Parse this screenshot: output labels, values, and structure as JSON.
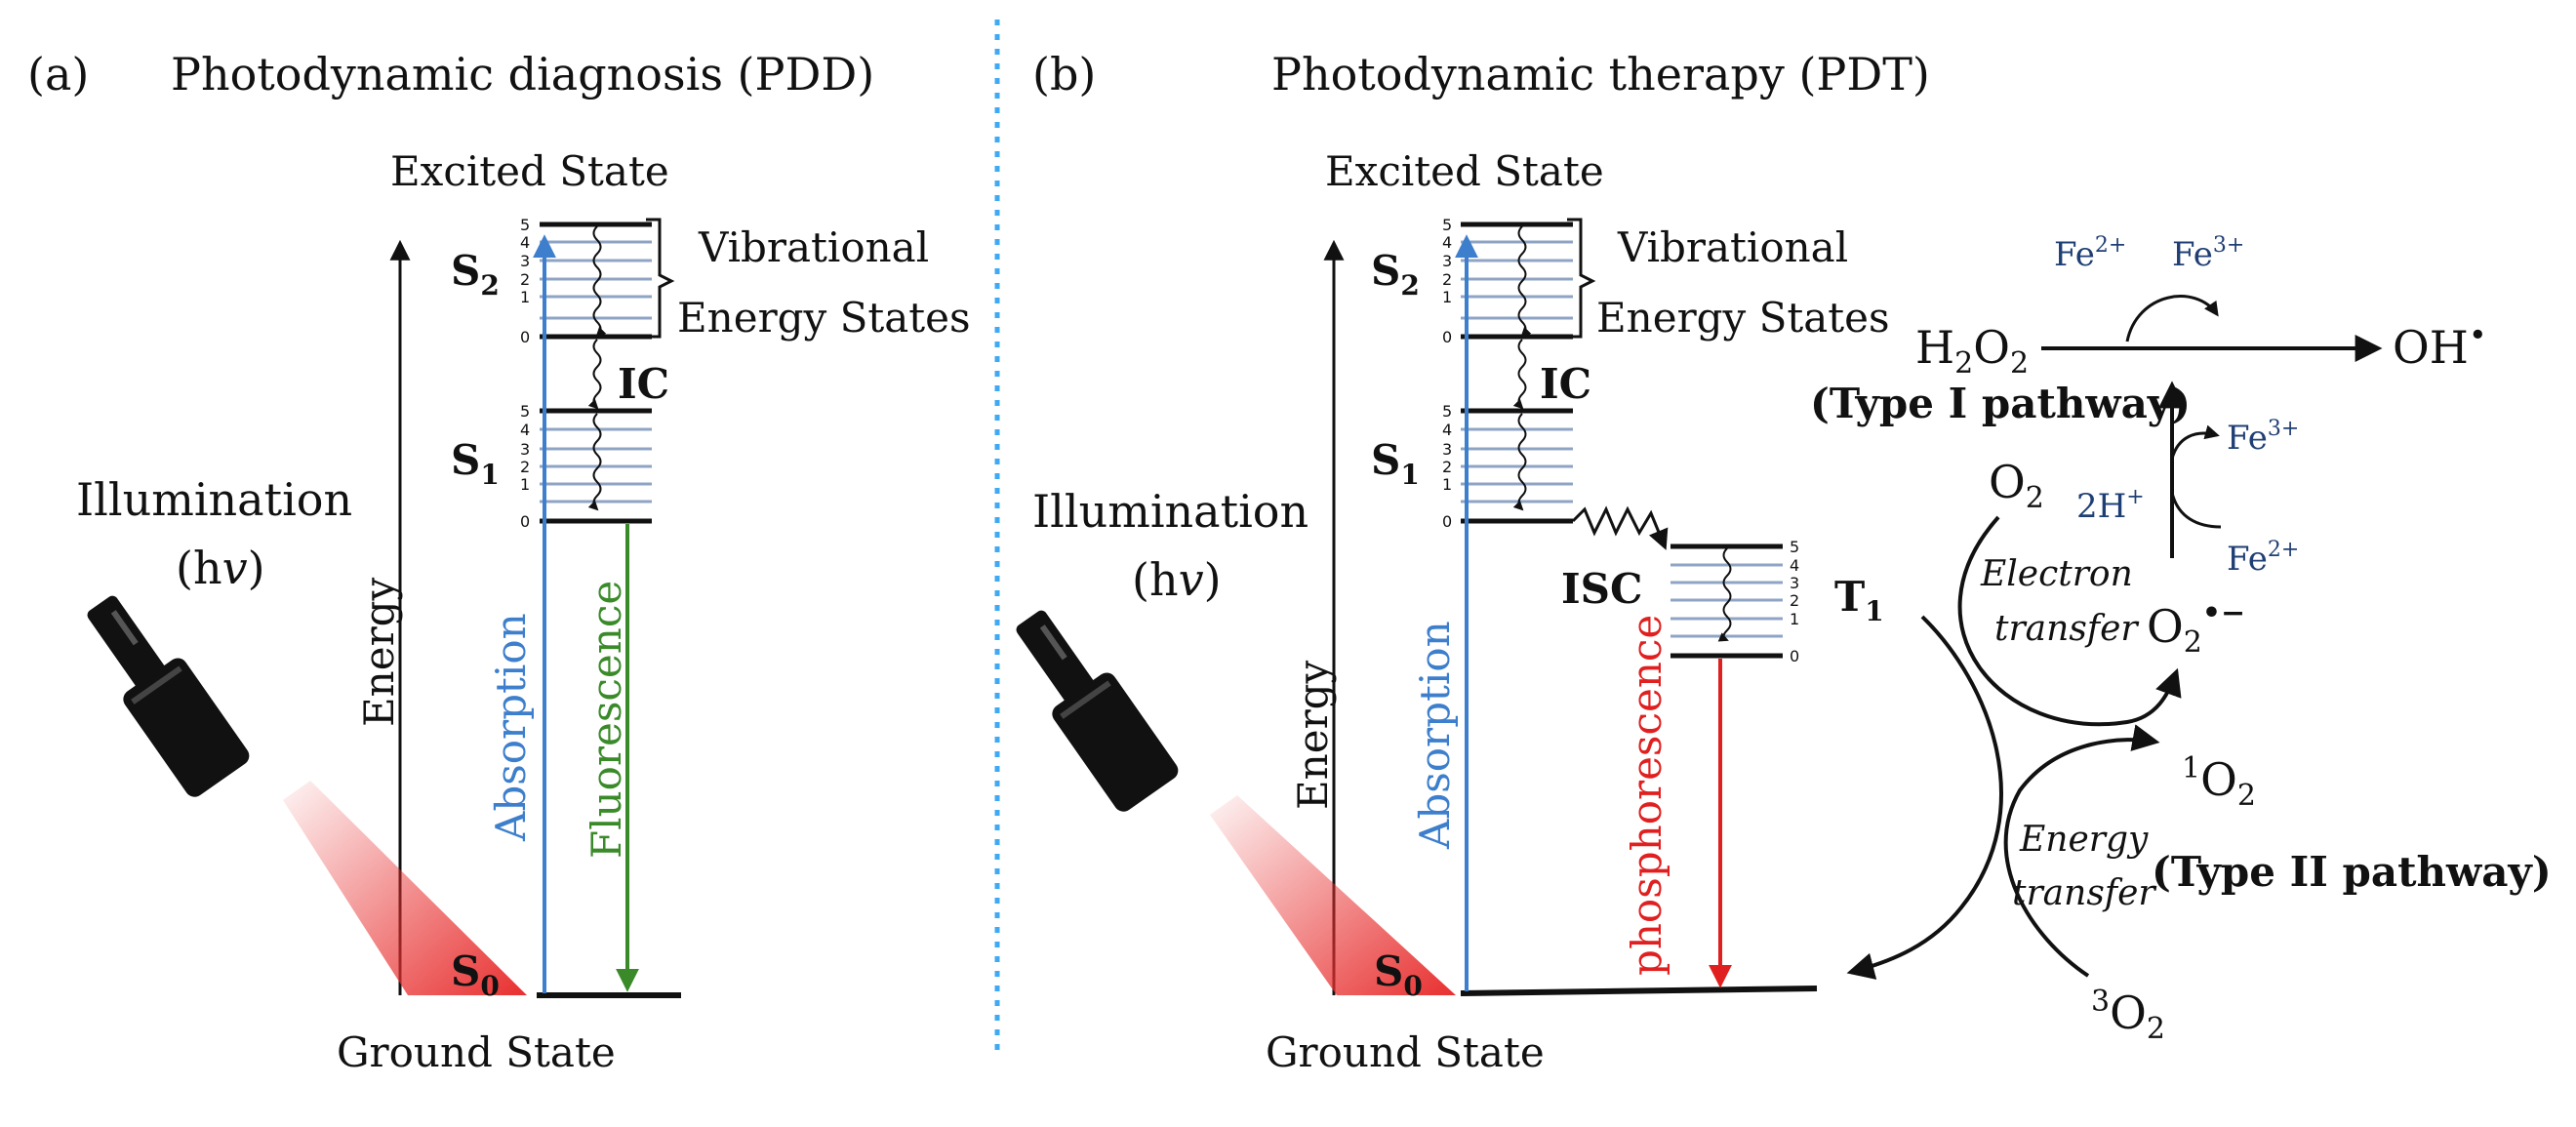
{
  "panel_a": {
    "letter": "(a)",
    "title": "Photodynamic diagnosis (PDD)",
    "excited_state": "Excited State",
    "ground_state": "Ground State",
    "vibrational_1": "Vibrational",
    "vibrational_2": "Energy States",
    "s2": "S",
    "s2_sub": "2",
    "s1": "S",
    "s1_sub": "1",
    "s0": "S",
    "s0_sub": "0",
    "ic": "IC",
    "energy": "Energy",
    "absorption": "Absorption",
    "fluorescence": "Fluorescence",
    "illumination": "Illumination",
    "hv_open": "(h",
    "hv_v": "v",
    "hv_close": ")",
    "levels": [
      "0",
      "1",
      "2",
      "3",
      "4",
      "5"
    ]
  },
  "panel_b": {
    "letter": "(b)",
    "title": "Photodynamic therapy (PDT)",
    "excited_state": "Excited State",
    "ground_state": "Ground State",
    "vibrational_1": "Vibrational",
    "vibrational_2": "Energy States",
    "s2": "S",
    "s2_sub": "2",
    "s1": "S",
    "s1_sub": "1",
    "s0": "S",
    "s0_sub": "0",
    "t1": "T",
    "t1_sub": "1",
    "ic": "IC",
    "isc": "ISC",
    "energy": "Energy",
    "absorption": "Absorption",
    "phosphorescence": "phosphorescence",
    "illumination": "Illumination",
    "hv_open": "(h",
    "hv_v": "v",
    "hv_close": ")",
    "levels": [
      "0",
      "1",
      "2",
      "3",
      "4",
      "5"
    ]
  },
  "reactions": {
    "type1": "(Type I pathway)",
    "type2": "(Type II pathway)",
    "o2": "O",
    "o2_sub": "2",
    "superoxide": "O",
    "superoxide_sub": "2",
    "superoxide_sup": "•−",
    "h2o2_a": "H",
    "h2o2_sub1": "2",
    "h2o2_b": "O",
    "h2o2_sub2": "2",
    "oh": "OH",
    "oh_sup": "•",
    "fe2_top": "Fe",
    "fe2_top_sup": "2+",
    "fe3_top": "Fe",
    "fe3_top_sup": "3+",
    "fe3_mid": "Fe",
    "fe3_mid_sup": "3+",
    "fe2_mid": "Fe",
    "fe2_mid_sup": "2+",
    "two_h": "2H",
    "two_h_sup": "+",
    "electron_1": "Electron",
    "electron_2": "transfer",
    "energy_1": "Energy",
    "energy_2": "transfer",
    "singlet_sup": "1",
    "singlet": "O",
    "singlet_sub": "2",
    "triplet_sup": "3",
    "triplet": "O",
    "triplet_sub": "2"
  },
  "colors": {
    "absorption": "#3d7fcc",
    "fluorescence": "#3a8a2a",
    "phosphorescence": "#e02020",
    "divider": "#3fa9f5",
    "level_line": "#8fa4c4",
    "iron_text": "#1f3f74",
    "beam": "#e83030"
  }
}
